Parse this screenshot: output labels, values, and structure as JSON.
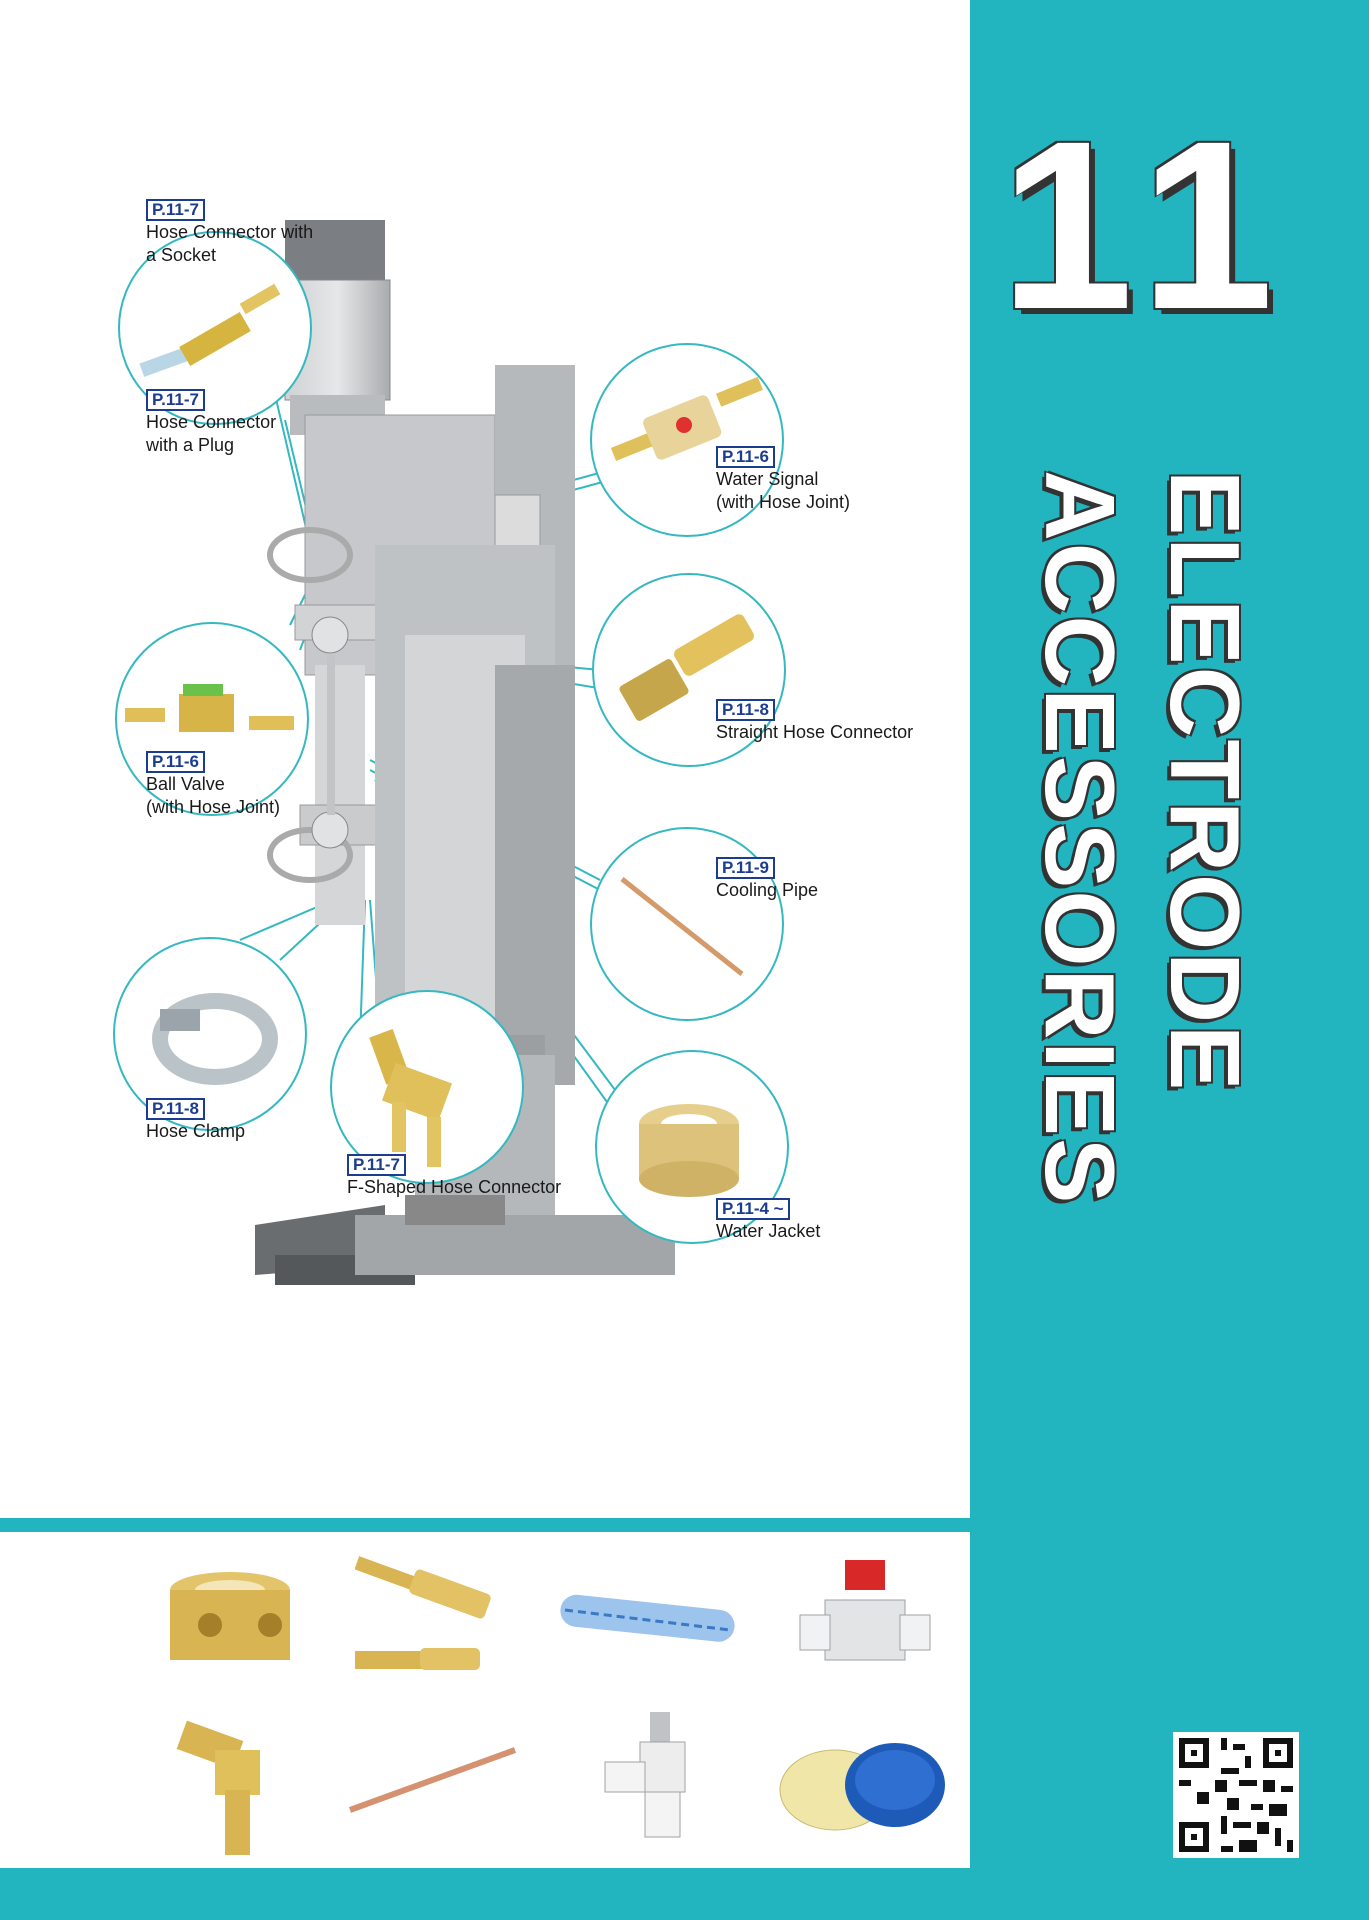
{
  "chapter": {
    "number": "11",
    "title_line1": "ELECTRODE",
    "title_line2": "ACCESSORIES"
  },
  "callouts": [
    {
      "code": "P.11-7",
      "label": "Hose Connector with\na Socket"
    },
    {
      "code": "P.11-7",
      "label": "Hose Connector\nwith a Plug"
    },
    {
      "code": "P.11-6",
      "label": "Water Signal\n (with Hose Joint)"
    },
    {
      "code": "P.11-8",
      "label": "Straight Hose Connector"
    },
    {
      "code": "P.11-6",
      "label": "Ball Valve\n(with Hose Joint)"
    },
    {
      "code": "P.11-9",
      "label": "Cooling Pipe"
    },
    {
      "code": "P.11-8",
      "label": "Hose Clamp"
    },
    {
      "code": "P.11-7",
      "label": "F-Shaped Hose Connector"
    },
    {
      "code": "P.11-4 ~",
      "label": "Water Jacket"
    }
  ],
  "products": [
    "water-jacket-block",
    "quick-coupler-pair",
    "reinforced-hose",
    "hand-valve",
    "elbow-hose-fitting",
    "copper-cooling-pipe",
    "speed-controller",
    "grease-tin"
  ],
  "colors": {
    "band": "#22b5c0",
    "code": "#1c3d8f",
    "circle": "#35b8c0"
  }
}
